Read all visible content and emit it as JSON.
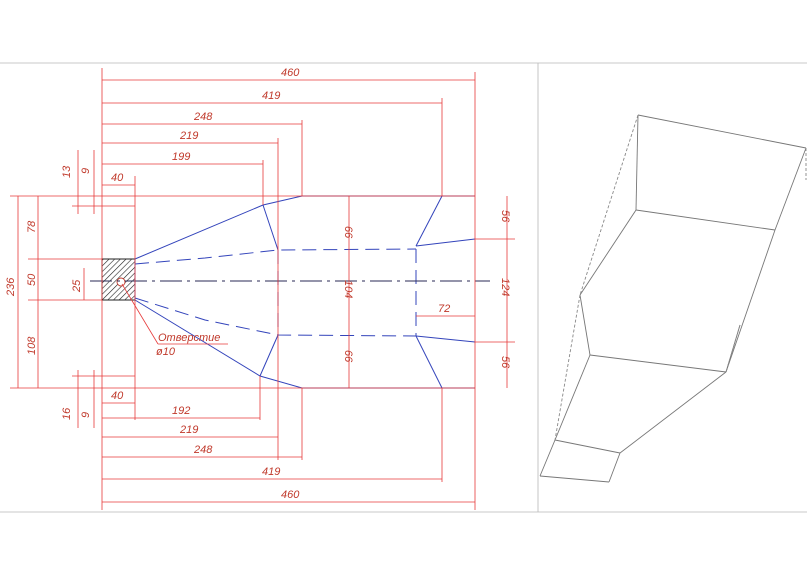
{
  "drawing": {
    "dims_top": {
      "d460": "460",
      "d419": "419",
      "d248": "248",
      "d219": "219",
      "d199": "199",
      "d40": "40"
    },
    "dims_bottom": {
      "d40": "40",
      "d192": "192",
      "d219": "219",
      "d248": "248",
      "d419": "419",
      "d460": "460"
    },
    "dims_left": {
      "d13": "13",
      "d9a": "9",
      "d78": "78",
      "d50": "50",
      "d25": "25",
      "d236": "236",
      "d108": "108",
      "d16": "16",
      "d9b": "9"
    },
    "dims_middle": {
      "d66a": "66",
      "d104": "104",
      "d66b": "66",
      "d72": "72"
    },
    "dims_right": {
      "d56a": "56",
      "d124": "124",
      "d56b": "56"
    },
    "hole_note": {
      "line1": "Отверстие",
      "line2": "ø10"
    }
  }
}
